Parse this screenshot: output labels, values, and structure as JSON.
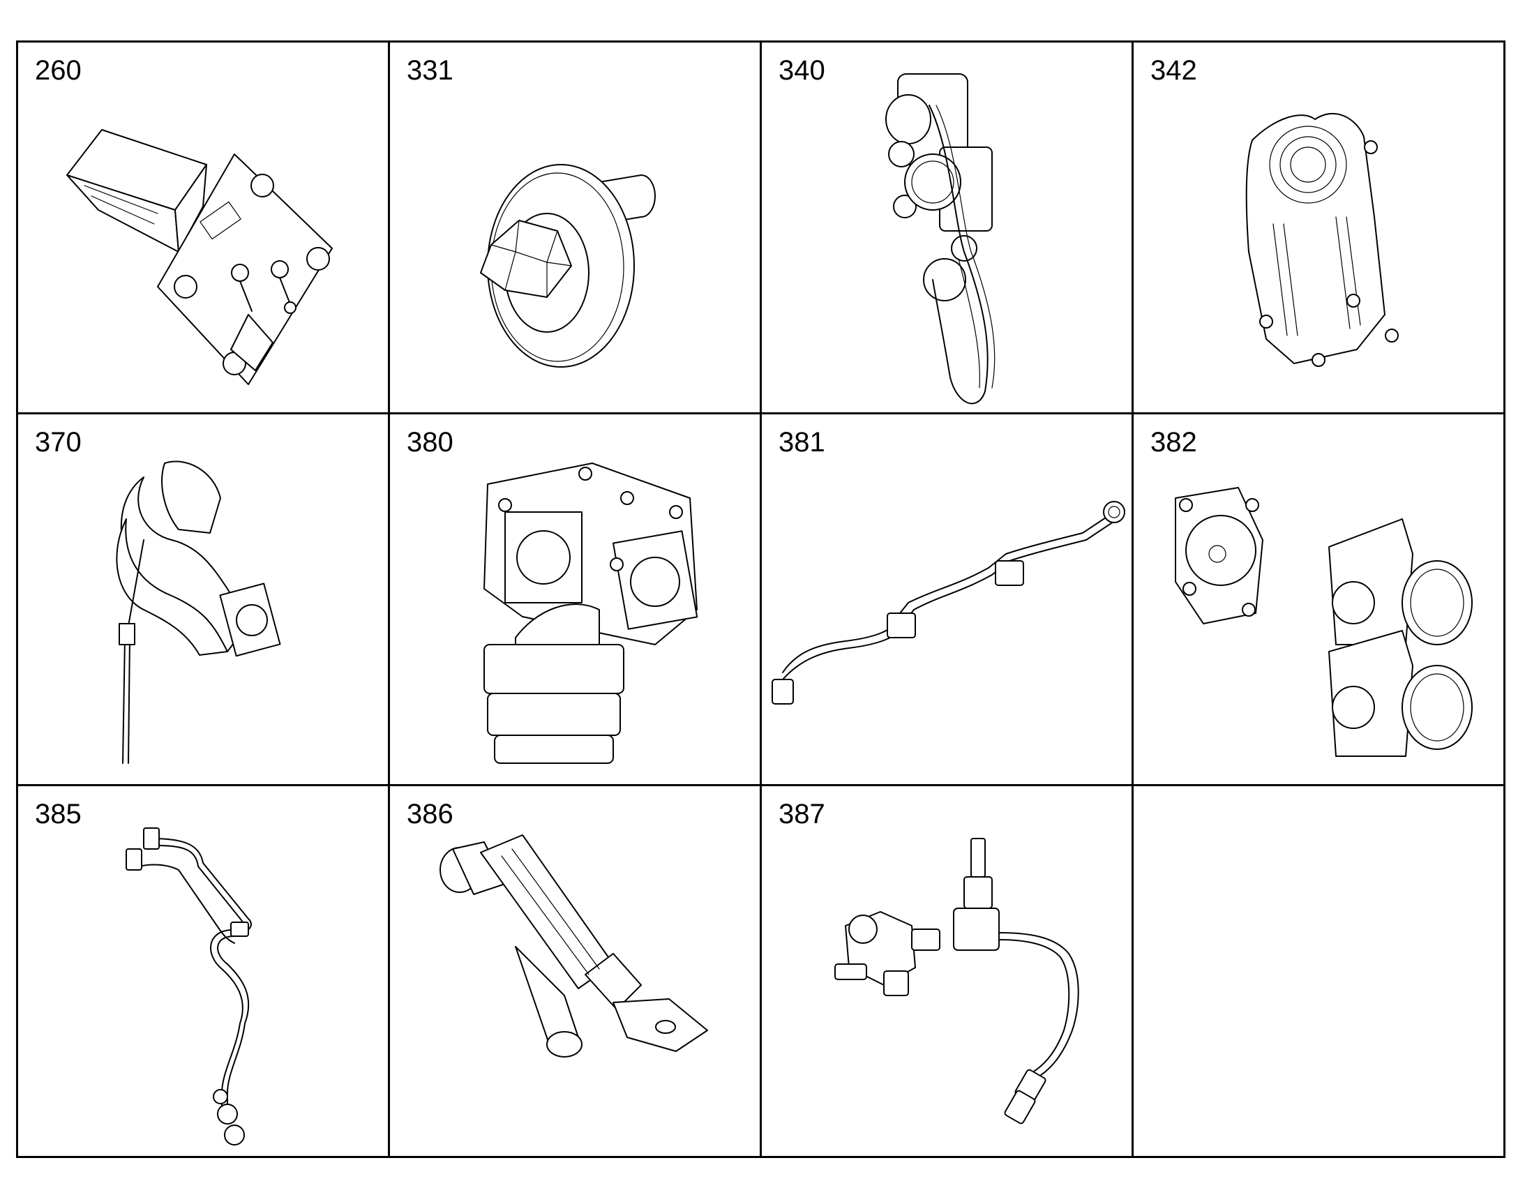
{
  "cells": [
    {
      "label": "260",
      "icon": "mounting-bracket-plate-icon"
    },
    {
      "label": "331",
      "icon": "plug-with-flange-icon"
    },
    {
      "label": "340",
      "icon": "belt-drive-assembly-icon"
    },
    {
      "label": "342",
      "icon": "belt-cover-icon"
    },
    {
      "label": "370",
      "icon": "exhaust-manifold-pipe-icon"
    },
    {
      "label": "380",
      "icon": "valve-housing-block-icon"
    },
    {
      "label": "381",
      "icon": "fuel-line-pipe-icon"
    },
    {
      "label": "382",
      "icon": "thermostat-housings-icon"
    },
    {
      "label": "385",
      "icon": "hydraulic-line-pipe-icon"
    },
    {
      "label": "386",
      "icon": "strainer-valve-icon"
    },
    {
      "label": "387",
      "icon": "pipe-fitting-assembly-icon"
    },
    {
      "label": "",
      "icon": ""
    }
  ]
}
